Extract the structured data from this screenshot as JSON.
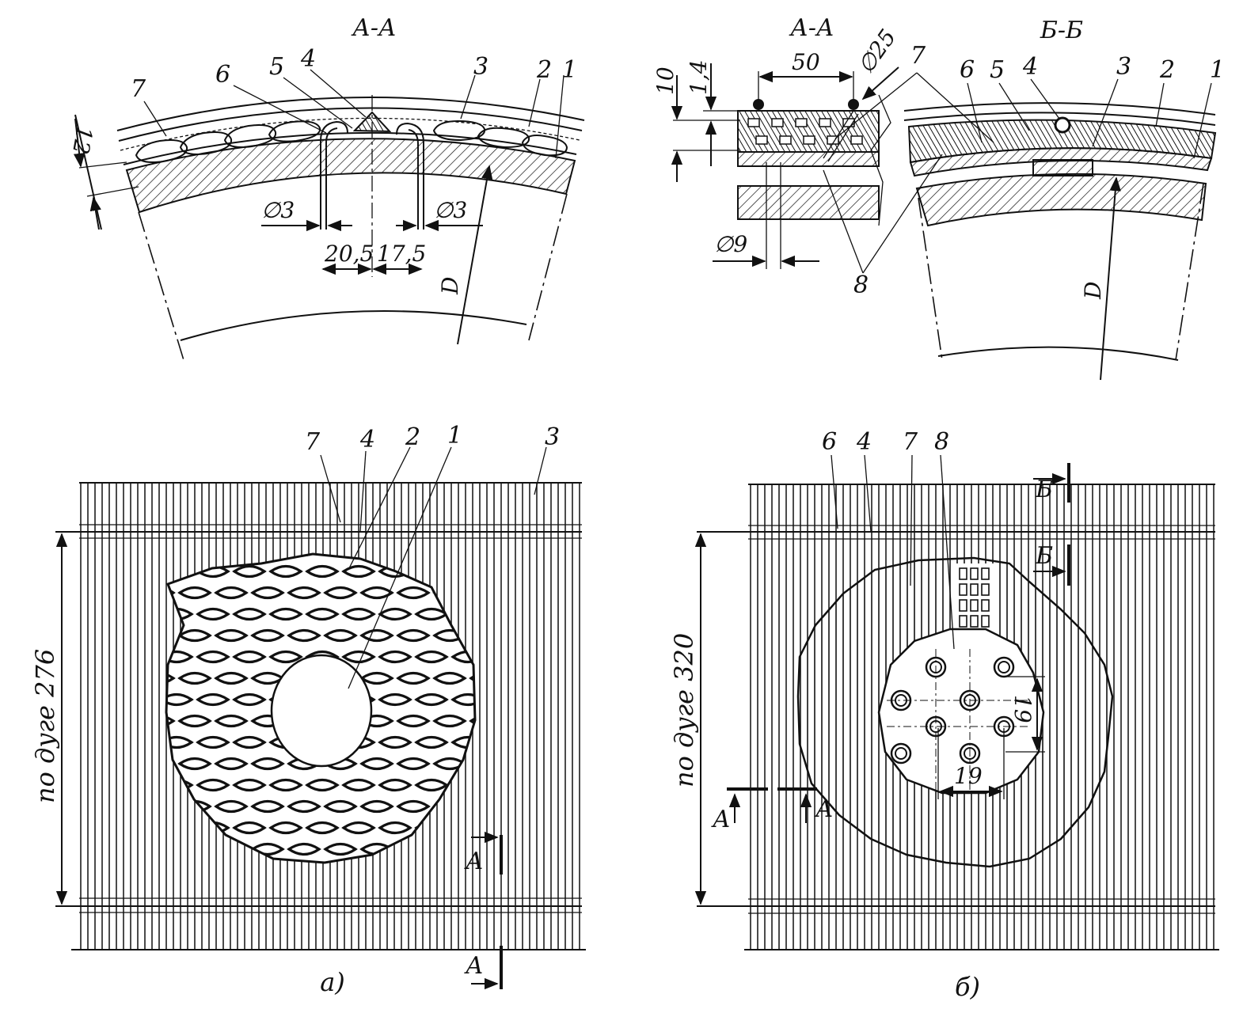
{
  "figure_a": {
    "section_title": "А-А",
    "part_labels": [
      "7",
      "6",
      "5",
      "4",
      "3",
      "2",
      "1"
    ],
    "dim_thickness": "12",
    "dim_hole_left": "∅3",
    "dim_hole_right": "∅3",
    "dim_span_left": "20,5",
    "dim_span_right": "17,5",
    "dim_diameter": "D",
    "plan_labels": [
      "7",
      "4",
      "2",
      "1",
      "3"
    ],
    "arc_dimension": "по дуге 276",
    "section_mark": "А",
    "caption": "а)"
  },
  "figure_b": {
    "section_title_left": "А-А",
    "section_title_right": "Б-Б",
    "dim_10": "10",
    "dim_1_4": "1,4",
    "dim_50": "50",
    "dim_d25": "∅25",
    "dim_d9": "∅9",
    "label_7": "7",
    "label_8": "8",
    "section_labels": [
      "6",
      "5",
      "4",
      "3",
      "2",
      "1"
    ],
    "dim_diameter": "D",
    "plan_labels": [
      "6",
      "4",
      "7",
      "8"
    ],
    "arc_dimension": "по дуге 320",
    "pitch_vertical": "19",
    "pitch_horizontal": "19",
    "section_mark_a": "А",
    "section_mark_b": "Б",
    "caption": "б)"
  }
}
